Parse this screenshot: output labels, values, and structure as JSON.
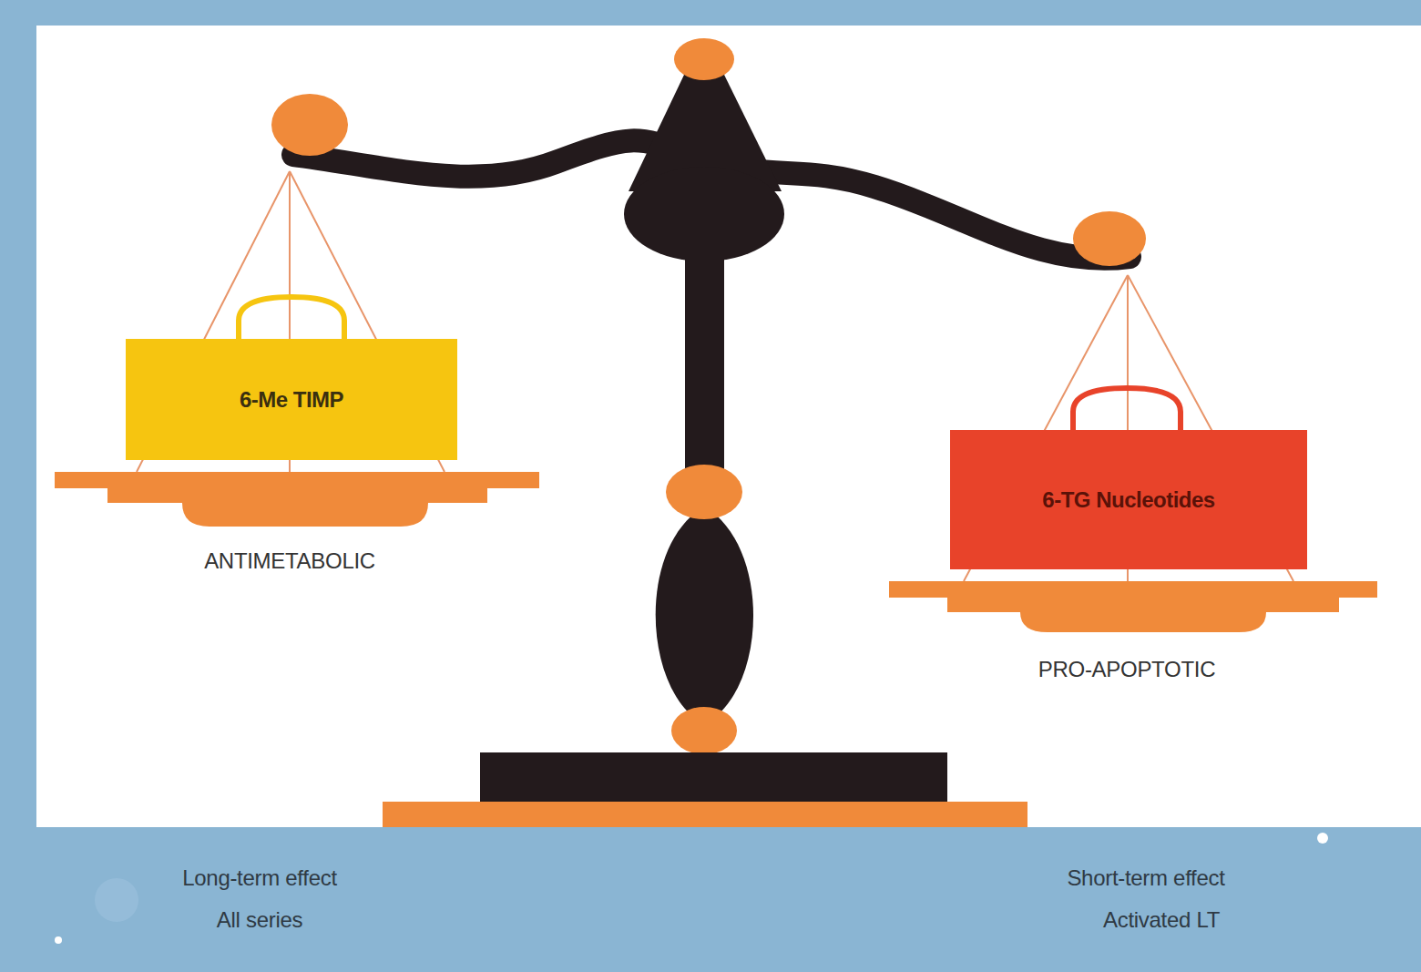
{
  "diagram": {
    "nodes": [
      {
        "text": [
          "6-Me TIMP"
        ]
      },
      {
        "text": [
          "6-TG Nucleotides"
        ]
      }
    ],
    "labels": [
      "ANTIMETABOLIC",
      "PRO-APOPTOTIC",
      "Long-term effect",
      "All series",
      "Short-term effect",
      "Activated LT"
    ]
  }
}
